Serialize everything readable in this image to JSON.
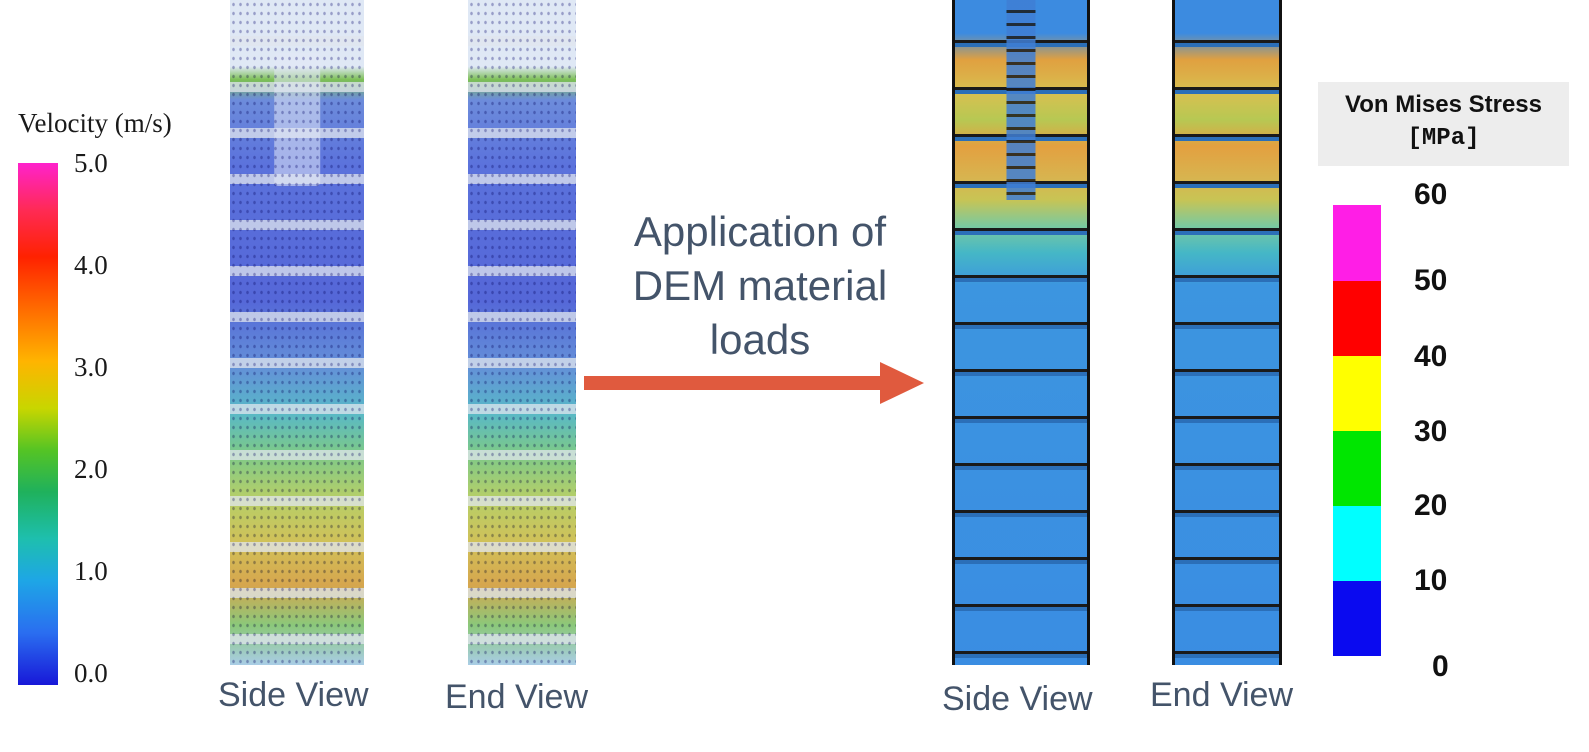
{
  "velocity_legend": {
    "title": "Velocity (m/s)",
    "ticks": [
      "5.0",
      "4.0",
      "3.0",
      "2.0",
      "1.0",
      "0.0"
    ]
  },
  "dem_views": {
    "side_caption": "Side View",
    "end_caption": "End View"
  },
  "arrow_text": [
    "Application of",
    "DEM material",
    "loads"
  ],
  "arrow_color": "#e05a3e",
  "fea_views": {
    "side_caption": "Side View",
    "end_caption": "End View"
  },
  "stress_legend": {
    "title_line1": "Von Mises Stress",
    "title_line2": "[MPa]",
    "ticks": [
      "60",
      "50",
      "40",
      "30",
      "20",
      "10",
      "0"
    ],
    "band_colors": [
      "#ff1ee6",
      "#ff0000",
      "#ffff00",
      "#00e600",
      "#00ffff",
      "#0a0af0"
    ]
  }
}
